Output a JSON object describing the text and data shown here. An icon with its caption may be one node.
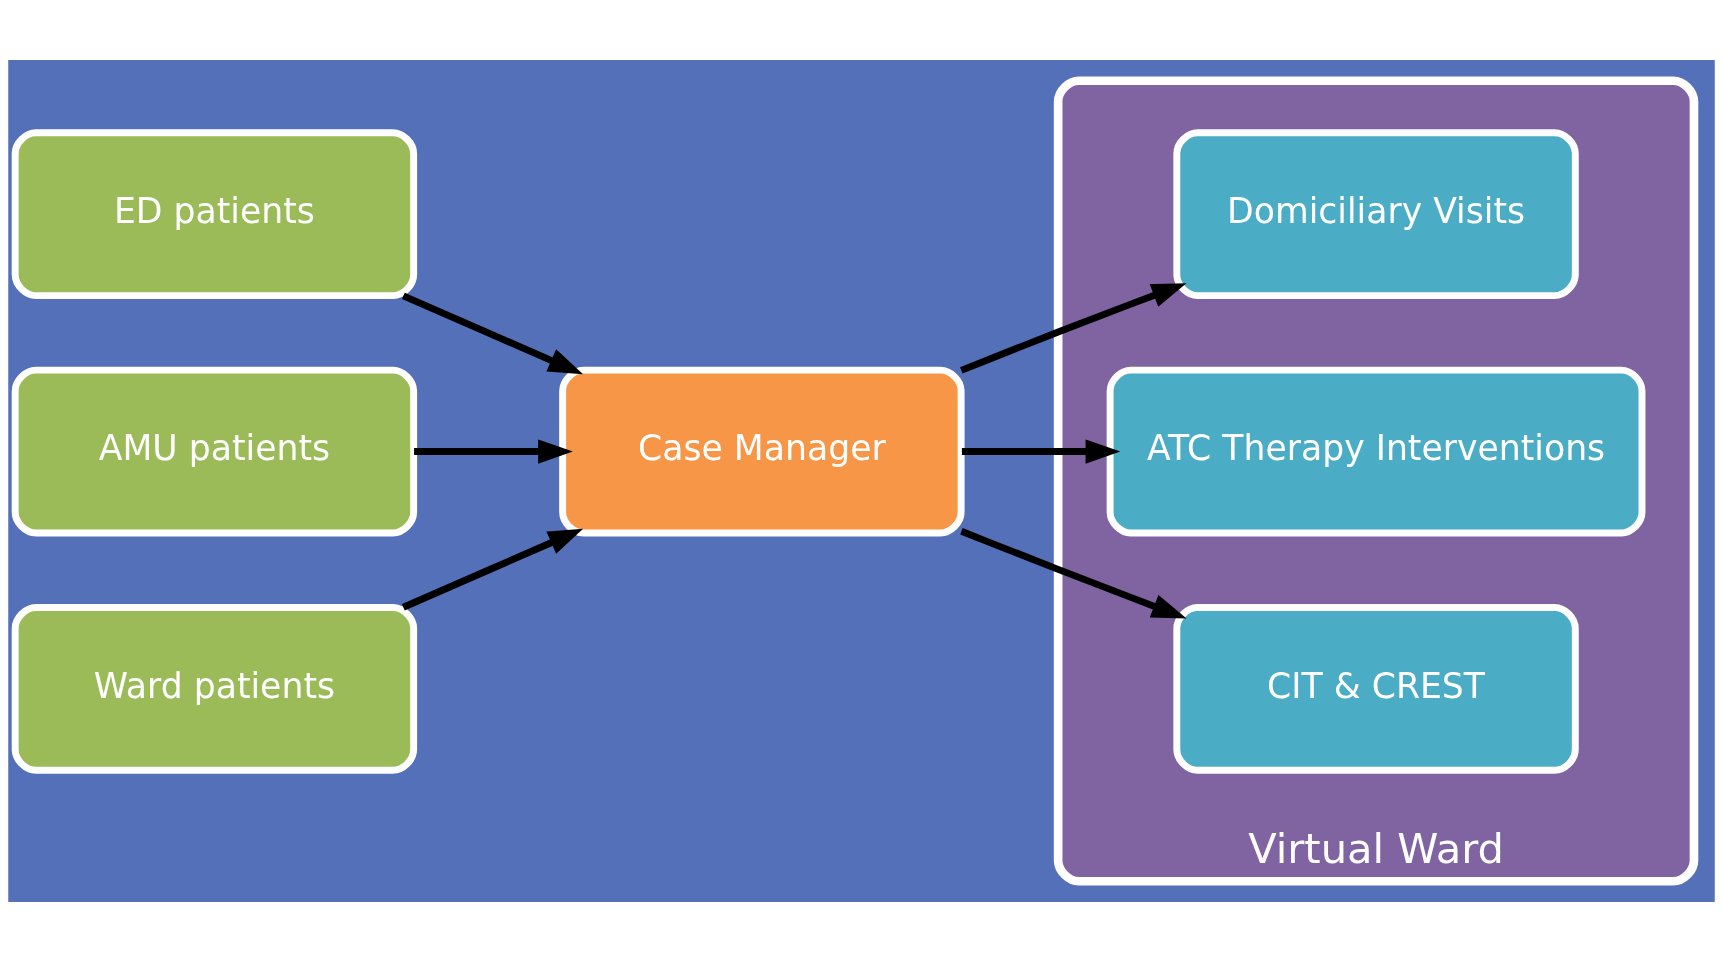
{
  "diagram": {
    "nodes": [
      {
        "text": [
          "ED patients"
        ]
      },
      {
        "text": [
          "AMU patients"
        ]
      },
      {
        "text": [
          "Ward patients"
        ]
      },
      {
        "text": [
          "Case Manager"
        ]
      },
      {
        "text": [
          "Virtual Ward"
        ]
      },
      {
        "text": [
          "Domiciliary Visits"
        ],
        "in": 4
      },
      {
        "text": [
          "ATC Therapy Interventions"
        ],
        "in": 4
      },
      {
        "text": [
          "CIT & CREST"
        ],
        "in": 4
      }
    ],
    "edges": [
      {
        "from": 0,
        "to": 3,
        "arrow": "to"
      },
      {
        "from": 1,
        "to": 3,
        "arrow": "to"
      },
      {
        "from": 2,
        "to": 3,
        "arrow": "to"
      },
      {
        "from": 3,
        "to": 5,
        "arrow": "to"
      },
      {
        "from": 3,
        "to": 6,
        "arrow": "to"
      },
      {
        "from": 3,
        "to": 7,
        "arrow": "to"
      }
    ]
  }
}
